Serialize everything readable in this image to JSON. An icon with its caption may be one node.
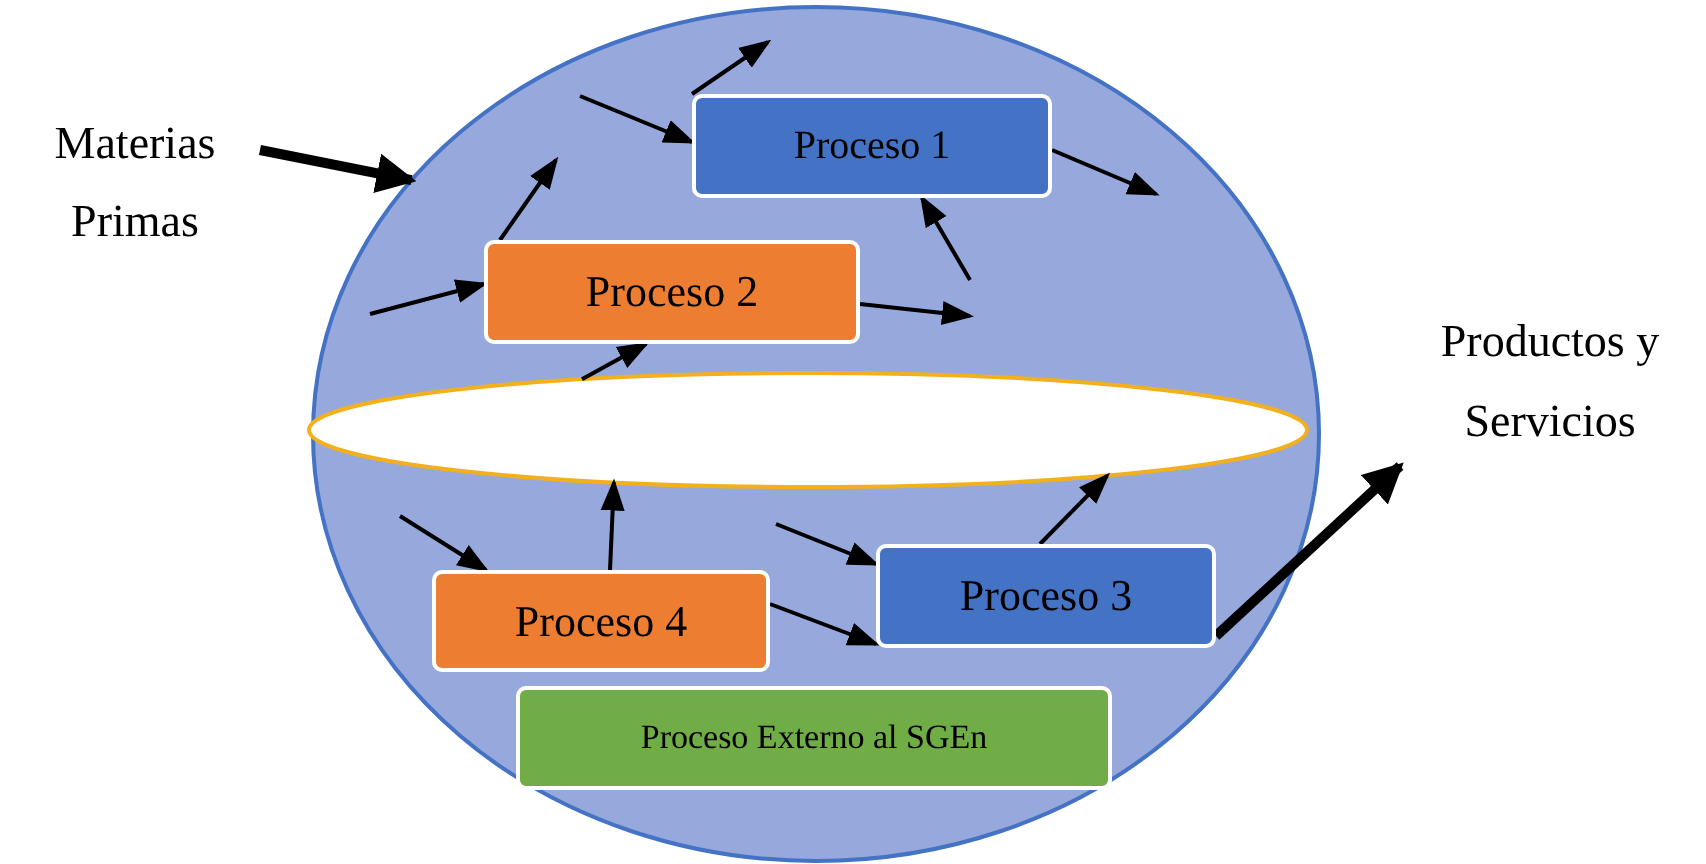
{
  "diagram": {
    "nodes": [
      {
        "text": [],
        "shape": "circle"
      },
      {
        "text": [
          "Materias Primas"
        ]
      },
      {
        "text": [
          "Proceso 1"
        ],
        "in": 0
      },
      {
        "text": [
          "Proceso 2"
        ],
        "in": 0
      },
      {
        "text": [],
        "shape": "circle",
        "in": 0
      },
      {
        "text": [
          "Proceso 4"
        ],
        "in": 0
      },
      {
        "text": [
          "Proceso 3"
        ],
        "in": 0
      },
      {
        "text": [
          "Proceso Externo al SGEn"
        ],
        "in": 0
      },
      {
        "text": [
          "Productos y Servicios"
        ]
      }
    ],
    "edges": [
      {
        "from": 1,
        "to": 0,
        "arrow": "to",
        "style": "thick"
      },
      {
        "from": null,
        "to": 2,
        "arrow": "to"
      },
      {
        "from": 2,
        "to": null,
        "arrow": "to"
      },
      {
        "from": null,
        "to": 2,
        "arrow": "to"
      },
      {
        "from": 3,
        "to": null,
        "arrow": "to"
      },
      {
        "from": null,
        "to": 3,
        "arrow": "to"
      },
      {
        "from": 3,
        "to": null,
        "arrow": "to"
      },
      {
        "from": 4,
        "to": 3,
        "arrow": "to"
      },
      {
        "from": null,
        "to": 5,
        "arrow": "to"
      },
      {
        "from": 5,
        "to": 4,
        "arrow": "to"
      },
      {
        "from": null,
        "to": 6,
        "arrow": "to"
      },
      {
        "from": 5,
        "to": 6,
        "arrow": "to"
      },
      {
        "from": 6,
        "to": 4,
        "arrow": "to"
      },
      {
        "from": 6,
        "to": 8,
        "arrow": "to",
        "style": "thick"
      },
      {
        "from": 2,
        "to": null,
        "arrow": "to"
      }
    ]
  }
}
